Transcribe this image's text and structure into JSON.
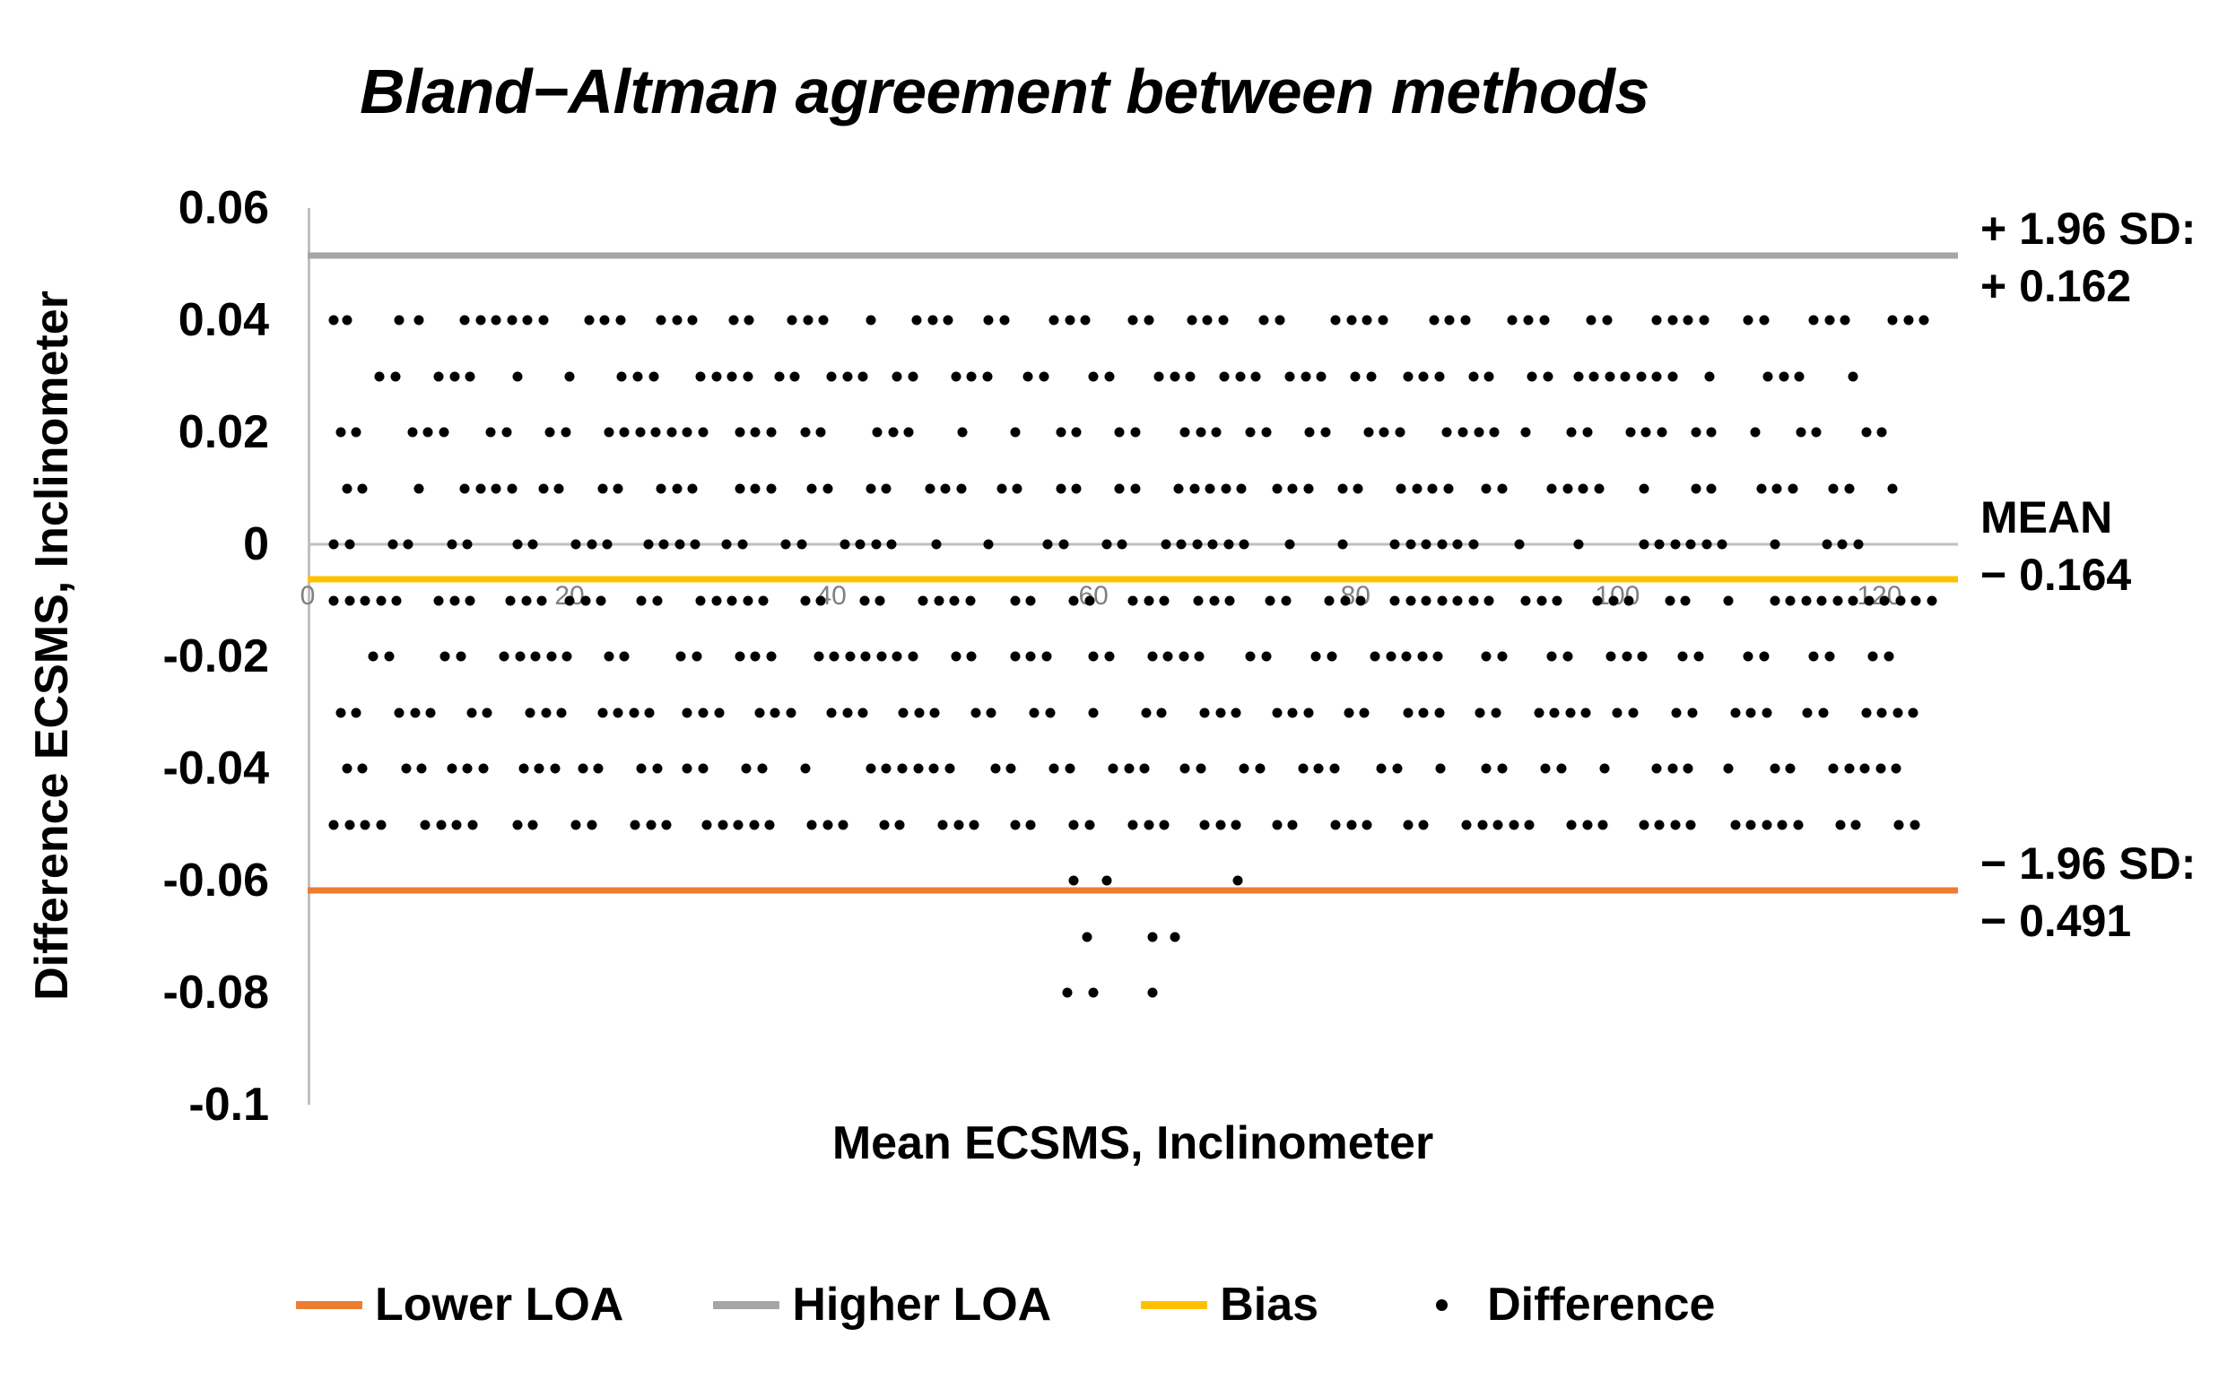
{
  "chart_data": {
    "type": "scatter",
    "title": "Bland−Altman agreement between methods",
    "xlabel": "Mean ECSMS, Inclinometer",
    "ylabel": "Difference ECSMS, Inclinometer",
    "xlim": [
      0,
      126
    ],
    "ylim": [
      -0.1,
      0.06
    ],
    "grid": false,
    "legend_position": "bottom",
    "xticks": [
      0,
      20,
      40,
      60,
      80,
      100,
      120
    ],
    "xtick_labels": [
      "0",
      "20",
      "40",
      "60",
      "80",
      "100",
      "120"
    ],
    "yticks": [
      0.06,
      0.04,
      0.02,
      0,
      -0.02,
      -0.04,
      -0.06,
      -0.08,
      -0.1
    ],
    "ytick_labels": [
      "0.06",
      "0.04",
      "0.02",
      "0",
      "-0.02",
      "-0.04",
      "-0.06",
      "-0.08",
      "-0.1"
    ],
    "reference_lines": [
      {
        "name": "higher-loa",
        "label": "Higher LOA",
        "value": 0.0515,
        "color": "#a6a6a6"
      },
      {
        "name": "zero-line",
        "label": "Zero",
        "value": 0.0,
        "color": "#bfbfbf"
      },
      {
        "name": "bias",
        "label": "Bias",
        "value": -0.0063,
        "color": "#ffc000"
      },
      {
        "name": "lower-loa",
        "label": "Lower LOA",
        "value": -0.0618,
        "color": "#ed7d31"
      }
    ],
    "annotations": [
      {
        "name": "higher-loa-annotation",
        "line1": "+ 1.96 SD:",
        "line2": "+ 0.162",
        "y": 0.0515
      },
      {
        "name": "mean-annotation",
        "line1": "MEAN",
        "line2": "− 0.164",
        "y": 0.0
      },
      {
        "name": "lower-loa-annotation",
        "line1": "− 1.96 SD:",
        "line2": "− 0.491",
        "y": -0.0618
      }
    ],
    "series": [
      {
        "name": "Difference",
        "marker": "dot",
        "color": "#000000",
        "levels": [
          {
            "y": 0.04,
            "x": [
              2.0,
              3.0,
              7.0,
              8.5,
              12.0,
              13.2,
              14.4,
              15.6,
              16.8,
              18.0,
              21.5,
              22.7,
              23.9,
              27.0,
              28.2,
              29.4,
              32.5,
              33.7,
              37.0,
              38.2,
              39.4,
              43.0,
              46.5,
              47.7,
              48.9,
              52.0,
              53.2,
              57.0,
              58.2,
              59.4,
              63.0,
              64.2,
              67.5,
              68.7,
              69.9,
              73.0,
              74.2,
              78.5,
              79.7,
              80.9,
              82.1,
              86.0,
              87.2,
              88.4,
              92.0,
              93.2,
              94.4,
              98.0,
              99.2,
              103.0,
              104.2,
              105.4,
              106.6,
              110.0,
              111.2,
              115.0,
              116.2,
              117.4,
              121.0,
              122.2,
              123.4
            ]
          },
          {
            "y": 0.03,
            "x": [
              5.5,
              6.7,
              10.0,
              11.2,
              12.4,
              16.0,
              20.0,
              24.0,
              25.2,
              26.4,
              30.0,
              31.2,
              32.4,
              33.6,
              36.0,
              37.2,
              40.0,
              41.2,
              42.4,
              45.0,
              46.2,
              49.5,
              50.7,
              51.9,
              55.0,
              56.2,
              60.0,
              61.2,
              65.0,
              66.2,
              67.4,
              70.0,
              71.2,
              72.4,
              75.0,
              76.2,
              77.4,
              80.0,
              81.2,
              84.0,
              85.2,
              86.4,
              89.0,
              90.2,
              93.5,
              94.7,
              97.0,
              98.2,
              99.4,
              100.6,
              101.8,
              103.0,
              104.2,
              107.0,
              111.5,
              112.7,
              113.9,
              118.0
            ]
          },
          {
            "y": 0.02,
            "x": [
              2.5,
              3.7,
              8.0,
              9.2,
              10.4,
              14.0,
              15.2,
              18.5,
              19.7,
              23.0,
              24.2,
              25.4,
              26.6,
              27.8,
              29.0,
              30.2,
              33.0,
              34.2,
              35.4,
              38.0,
              39.2,
              43.5,
              44.7,
              45.9,
              50.0,
              54.0,
              57.5,
              58.7,
              62.0,
              63.2,
              67.0,
              68.2,
              69.4,
              72.0,
              73.2,
              76.5,
              77.7,
              81.0,
              82.2,
              83.4,
              87.0,
              88.2,
              89.4,
              90.6,
              93.0,
              96.5,
              97.7,
              101.0,
              102.2,
              103.4,
              106.0,
              107.2,
              110.5,
              114.0,
              115.2,
              119.0,
              120.2
            ]
          },
          {
            "y": 0.01,
            "x": [
              3.0,
              4.2,
              8.5,
              12.0,
              13.2,
              14.4,
              15.6,
              18.0,
              19.2,
              22.5,
              23.7,
              27.0,
              28.2,
              29.4,
              33.0,
              34.2,
              35.4,
              38.5,
              39.7,
              43.0,
              44.2,
              47.5,
              48.7,
              49.9,
              53.0,
              54.2,
              57.5,
              58.7,
              62.0,
              63.2,
              66.5,
              67.7,
              68.9,
              70.1,
              71.3,
              74.0,
              75.2,
              76.4,
              79.0,
              80.2,
              83.5,
              84.7,
              85.9,
              87.1,
              90.0,
              91.2,
              95.0,
              96.2,
              97.4,
              98.6,
              102.0,
              106.0,
              107.2,
              111.0,
              112.2,
              113.4,
              116.5,
              117.7,
              121.0
            ]
          },
          {
            "y": 0.0,
            "x": [
              2.0,
              3.2,
              6.5,
              7.7,
              11.0,
              12.2,
              16.0,
              17.2,
              20.5,
              21.7,
              22.9,
              26.0,
              27.2,
              28.4,
              29.6,
              32.0,
              33.2,
              36.5,
              37.7,
              41.0,
              42.2,
              43.4,
              44.6,
              48.0,
              52.0,
              56.5,
              57.7,
              61.0,
              62.2,
              65.5,
              66.7,
              67.9,
              69.1,
              70.3,
              71.5,
              75.0,
              79.0,
              83.0,
              84.2,
              85.4,
              86.6,
              87.8,
              89.0,
              92.5,
              97.0,
              102.0,
              103.2,
              104.4,
              105.6,
              106.8,
              108.0,
              112.0,
              116.0,
              117.2,
              118.4
            ]
          },
          {
            "y": -0.01,
            "x": [
              2.0,
              3.2,
              4.4,
              5.6,
              6.8,
              10.0,
              11.2,
              12.4,
              15.5,
              16.7,
              17.9,
              20.0,
              21.2,
              22.4,
              25.5,
              26.7,
              30.0,
              31.2,
              32.4,
              33.6,
              34.8,
              38.0,
              39.2,
              42.5,
              43.7,
              47.0,
              48.2,
              49.4,
              50.6,
              54.0,
              55.2,
              58.5,
              59.7,
              63.0,
              64.2,
              65.4,
              68.0,
              69.2,
              70.4,
              73.5,
              74.7,
              78.0,
              79.2,
              80.4,
              83.0,
              84.2,
              85.4,
              86.6,
              87.8,
              89.0,
              90.2,
              93.0,
              94.2,
              95.4,
              98.5,
              99.7,
              100.9,
              104.0,
              105.2,
              108.5,
              112.0,
              113.2,
              114.4,
              115.6,
              116.8,
              118.0,
              119.2,
              120.4,
              121.6,
              122.8,
              124.0
            ]
          },
          {
            "y": -0.02,
            "x": [
              5.0,
              6.2,
              10.5,
              11.7,
              15.0,
              16.2,
              17.4,
              18.6,
              19.8,
              23.0,
              24.2,
              28.5,
              29.7,
              33.0,
              34.2,
              35.4,
              39.0,
              40.2,
              41.4,
              42.6,
              43.8,
              45.0,
              46.2,
              49.5,
              50.7,
              54.0,
              55.2,
              56.4,
              60.0,
              61.2,
              64.5,
              65.7,
              66.9,
              68.1,
              72.0,
              73.2,
              77.0,
              78.2,
              81.5,
              82.7,
              83.9,
              85.1,
              86.3,
              90.0,
              91.2,
              95.0,
              96.2,
              99.5,
              100.7,
              101.9,
              105.0,
              106.2,
              110.0,
              111.2,
              115.0,
              116.2,
              119.5,
              120.7
            ]
          },
          {
            "y": -0.03,
            "x": [
              2.5,
              3.7,
              7.0,
              8.2,
              9.4,
              12.5,
              13.7,
              17.0,
              18.2,
              19.4,
              22.5,
              23.7,
              24.9,
              26.1,
              29.0,
              30.2,
              31.4,
              34.5,
              35.7,
              36.9,
              40.0,
              41.2,
              42.4,
              45.5,
              46.7,
              47.9,
              51.0,
              52.2,
              55.5,
              56.7,
              60.0,
              64.0,
              65.2,
              68.5,
              69.7,
              70.9,
              74.0,
              75.2,
              76.4,
              79.5,
              80.7,
              84.0,
              85.2,
              86.4,
              89.5,
              90.7,
              94.0,
              95.2,
              96.4,
              97.6,
              100.0,
              101.2,
              104.5,
              105.7,
              109.0,
              110.2,
              111.4,
              114.5,
              115.7,
              119.0,
              120.2,
              121.4,
              122.6
            ]
          },
          {
            "y": -0.04,
            "x": [
              3.0,
              4.2,
              7.5,
              8.7,
              11.0,
              12.2,
              13.4,
              16.5,
              17.7,
              18.9,
              21.0,
              22.2,
              25.5,
              26.7,
              29.0,
              30.2,
              33.5,
              34.7,
              38.0,
              43.0,
              44.2,
              45.4,
              46.6,
              47.8,
              49.0,
              52.5,
              53.7,
              57.0,
              58.2,
              61.5,
              62.7,
              63.9,
              67.0,
              68.2,
              71.5,
              72.7,
              76.0,
              77.2,
              78.4,
              82.0,
              83.2,
              86.5,
              90.0,
              91.2,
              94.5,
              95.7,
              99.0,
              103.0,
              104.2,
              105.4,
              108.5,
              112.0,
              113.2,
              116.5,
              117.7,
              118.9,
              120.1,
              121.3
            ]
          },
          {
            "y": -0.05,
            "x": [
              2.0,
              3.2,
              4.4,
              5.6,
              9.0,
              10.2,
              11.4,
              12.6,
              16.0,
              17.2,
              20.5,
              21.7,
              25.0,
              26.2,
              27.4,
              30.5,
              31.7,
              32.9,
              34.1,
              35.3,
              38.5,
              39.7,
              40.9,
              44.0,
              45.2,
              48.5,
              49.7,
              50.9,
              54.0,
              55.2,
              58.5,
              59.7,
              63.0,
              64.2,
              65.4,
              68.5,
              69.7,
              70.9,
              74.0,
              75.2,
              78.5,
              79.7,
              80.9,
              84.0,
              85.2,
              88.5,
              89.7,
              90.9,
              92.1,
              93.3,
              96.5,
              97.7,
              98.9,
              102.0,
              103.2,
              104.4,
              105.6,
              109.0,
              110.2,
              111.4,
              112.6,
              113.8,
              117.0,
              118.2,
              121.5,
              122.7
            ]
          },
          {
            "y": -0.06,
            "x": [
              58.5,
              61.0,
              71.0
            ]
          },
          {
            "y": -0.07,
            "x": [
              59.5,
              64.5,
              66.2
            ]
          },
          {
            "y": -0.08,
            "x": [
              58.0,
              60.0,
              64.5
            ]
          }
        ]
      }
    ],
    "legend": [
      {
        "name": "legend-lower-loa",
        "label": "Lower LOA",
        "marker": "line",
        "color": "#ed7d31"
      },
      {
        "name": "legend-higher-loa",
        "label": "Higher LOA",
        "marker": "line",
        "color": "#a6a6a6"
      },
      {
        "name": "legend-bias",
        "label": "Bias",
        "marker": "line",
        "color": "#ffc000"
      },
      {
        "name": "legend-difference",
        "label": "Difference",
        "marker": "dot",
        "color": "#000000"
      }
    ]
  }
}
